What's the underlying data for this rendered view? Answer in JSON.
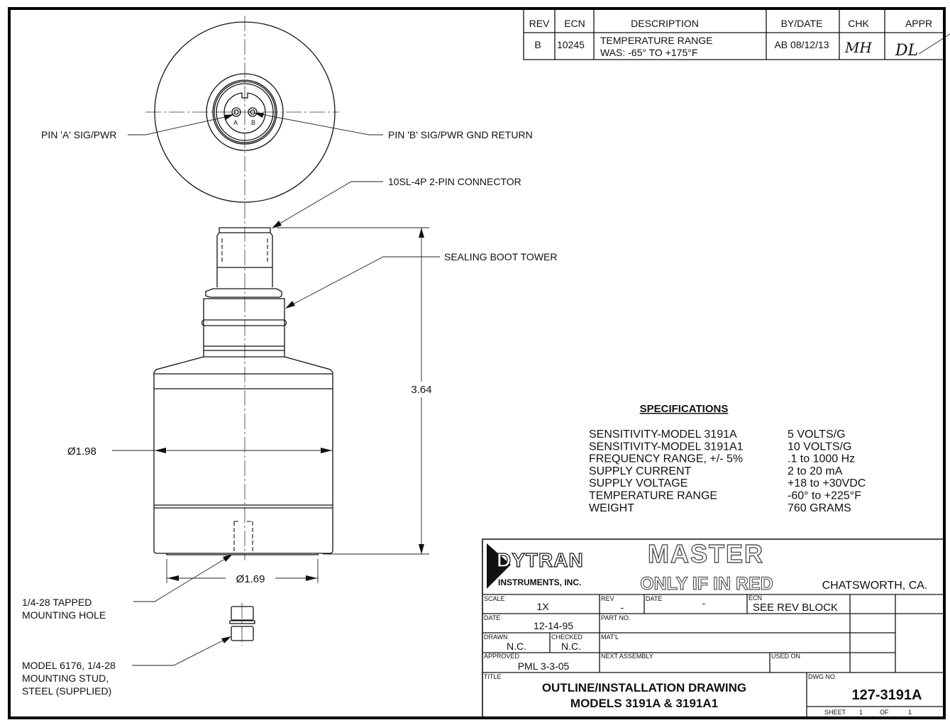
{
  "revision_block": {
    "headers": [
      "REV",
      "ECN",
      "DESCRIPTION",
      "BY/DATE",
      "CHK",
      "APPR"
    ],
    "row": {
      "rev": "B",
      "ecn": "10245",
      "description_line1": "TEMPERATURE RANGE",
      "description_line2": "WAS: -65° TO +175°F",
      "by_date": "AB 08/12/13",
      "chk": "MH",
      "appr": "DL"
    }
  },
  "connector_view": {
    "pin_a_letter": "A",
    "pin_b_letter": "B"
  },
  "callouts": {
    "pin_a": "PIN 'A' SIG/PWR",
    "pin_b": "PIN 'B' SIG/PWR GND RETURN",
    "connector": "10SL-4P 2-PIN CONNECTOR",
    "sealing_boot": "SEALING BOOT TOWER",
    "tapped_hole_line1": "1/4-28 TAPPED",
    "tapped_hole_line2": "MOUNTING HOLE",
    "stud_line1": "MODEL 6176, 1/4-28",
    "stud_line2": "MOUNTING STUD,",
    "stud_line3": "STEEL (SUPPLIED)"
  },
  "dimensions": {
    "height": "3.64",
    "body_diameter": "Ø1.98",
    "base_diameter": "Ø1.69"
  },
  "specifications": {
    "title": "SPECIFICATIONS",
    "rows": [
      {
        "label": "SENSITIVITY-MODEL 3191A",
        "value": "5 VOLTS/G"
      },
      {
        "label": "SENSITIVITY-MODEL 3191A1",
        "value": "10 VOLTS/G"
      },
      {
        "label": "FREQUENCY RANGE, +/- 5%",
        "value": ".1 to 1000 Hz"
      },
      {
        "label": "SUPPLY CURRENT",
        "value": "2 to 20 mA"
      },
      {
        "label": "SUPPLY VOLTAGE",
        "value": "+18 to +30VDC"
      },
      {
        "label": "TEMPERATURE RANGE",
        "value": "-60° to +225°F"
      },
      {
        "label": "WEIGHT",
        "value": "760 GRAMS"
      }
    ]
  },
  "title_block": {
    "company": "DYTRAN",
    "company_sub": "INSTRUMENTS, INC.",
    "stamp_line1": "MASTER",
    "stamp_line2": "ONLY IF IN RED",
    "location": "CHATSWORTH, CA.",
    "scale_label": "SCALE",
    "scale": "1X",
    "rev_label": "REV",
    "rev": "-",
    "date_label": "DATE",
    "date_value": "-",
    "ecn_label": "ECN",
    "ecn": "SEE REV BLOCK",
    "date2_label": "DATE",
    "date2": "12-14-95",
    "part_no_label": "PART NO.",
    "matl_label": "MAT'L",
    "drawn_label": "DRAWN",
    "drawn": "N.C.",
    "checked_label": "CHECKED",
    "checked": "N.C.",
    "approved_label": "APPROVED",
    "approved": "PML 3-3-05",
    "next_assembly_label": "NEXT ASSEMBLY",
    "used_on_label": "USED ON",
    "title_label": "TITLE",
    "title_line1": "OUTLINE/INSTALLATION DRAWING",
    "title_line2": "MODELS 3191A & 3191A1",
    "dwg_no_label": "DWG NO.",
    "dwg_no": "127-3191A",
    "sheet_label": "SHEET",
    "sheet": "1",
    "of_label": "OF",
    "of": "1"
  }
}
